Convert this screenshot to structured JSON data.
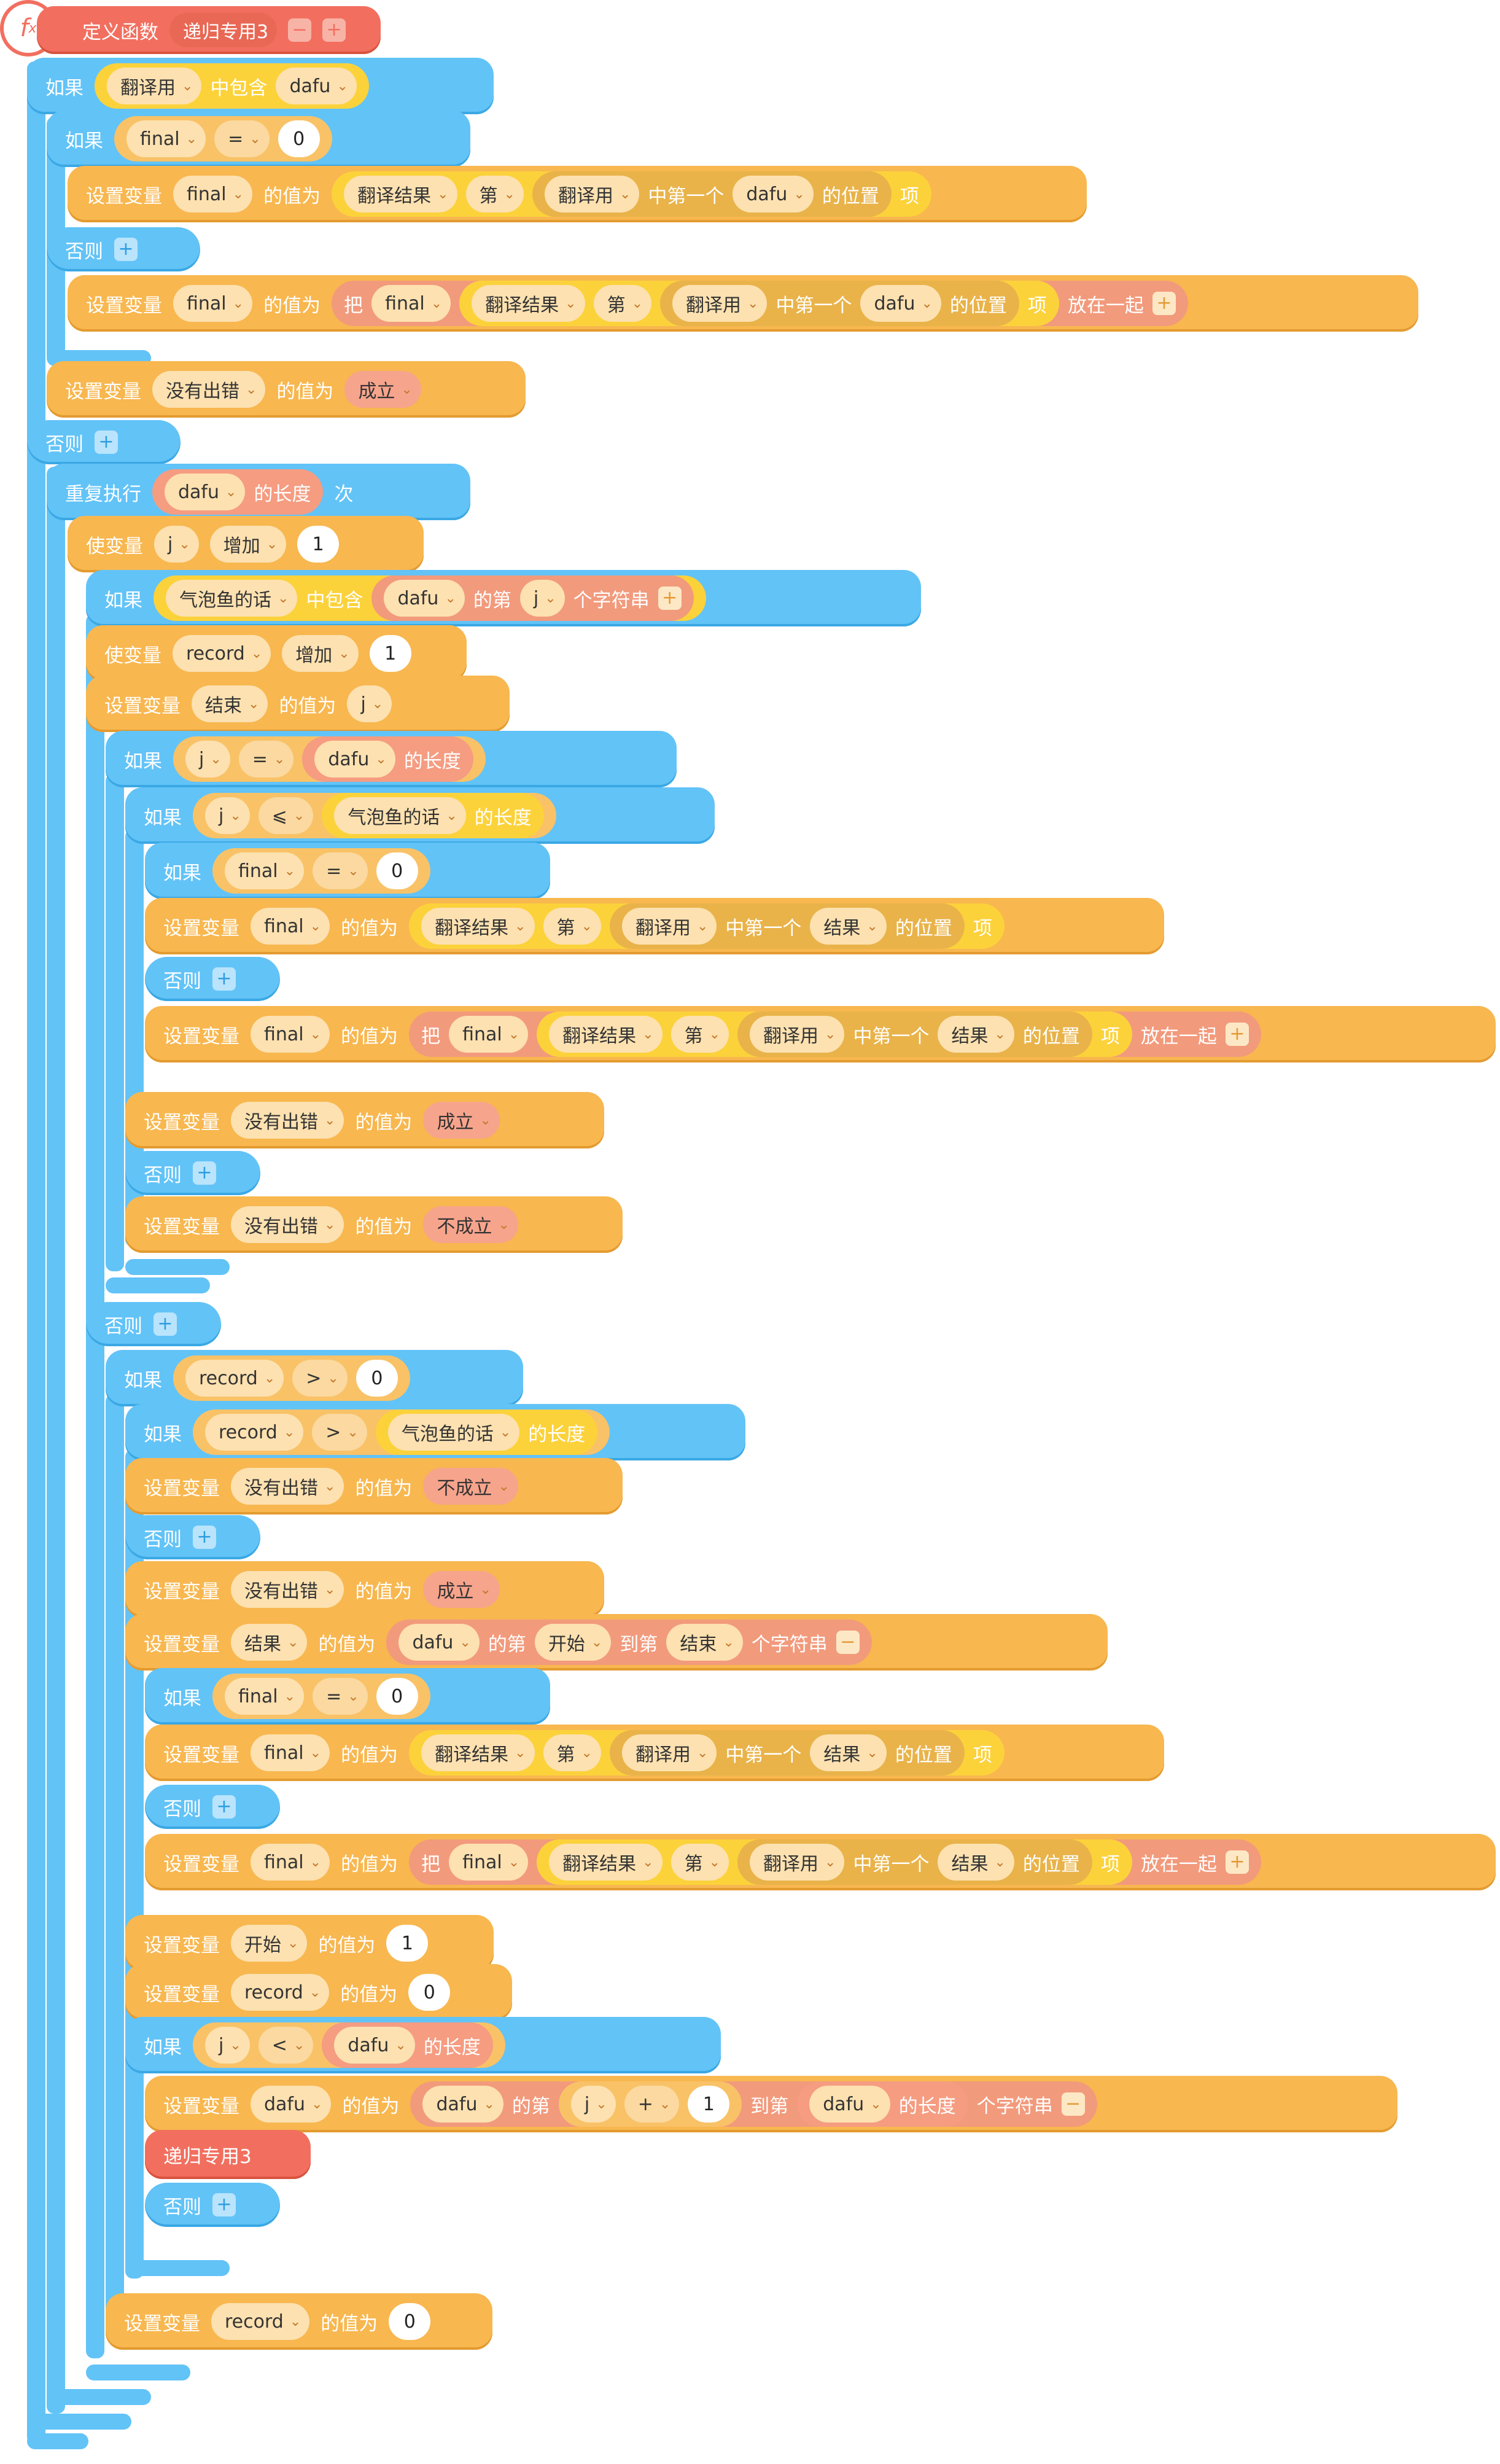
{
  "colors": {
    "control": "#62c3f7",
    "variable": "#f8b74f",
    "function": "#f26f5f",
    "list": "#fcd23b",
    "text": "#f29a7c"
  },
  "icons": {
    "fx": "fx-icon",
    "plus": "+",
    "minus": "−",
    "chevron": "⌄"
  },
  "header": {
    "fx_icon": "f",
    "fx_sub": "x",
    "define": "定义函数",
    "name": "递归专用3"
  },
  "kw": {
    "if": "如果",
    "else": "否则",
    "repeat": "重复执行",
    "times": "次",
    "setvar": "设置变量",
    "changevar": "使变量",
    "valueof": "的值为",
    "contains": "中包含",
    "length": "的长度",
    "nth": "的第",
    "char": "个字符串",
    "increase": "增加",
    "item": "第",
    "firstpos": "中第一个",
    "position": "的位置",
    "entry": "项",
    "join_a": "把",
    "join_b": "放在一起",
    "to": "到第",
    "eq": "=",
    "le": "⩽",
    "gt": ">",
    "lt": "<",
    "plus_op": "+"
  },
  "vars": {
    "translate": "翻译用",
    "dafu": "dafu",
    "final": "final",
    "result": "翻译结果",
    "noerr": "没有出错",
    "bubble": "气泡鱼的话",
    "j": "j",
    "record": "record",
    "end": "结束",
    "start": "开始",
    "res": "结果"
  },
  "vals": {
    "zero": "0",
    "one": "1",
    "true": "成立",
    "false": "不成立"
  },
  "call": "递归专用3"
}
